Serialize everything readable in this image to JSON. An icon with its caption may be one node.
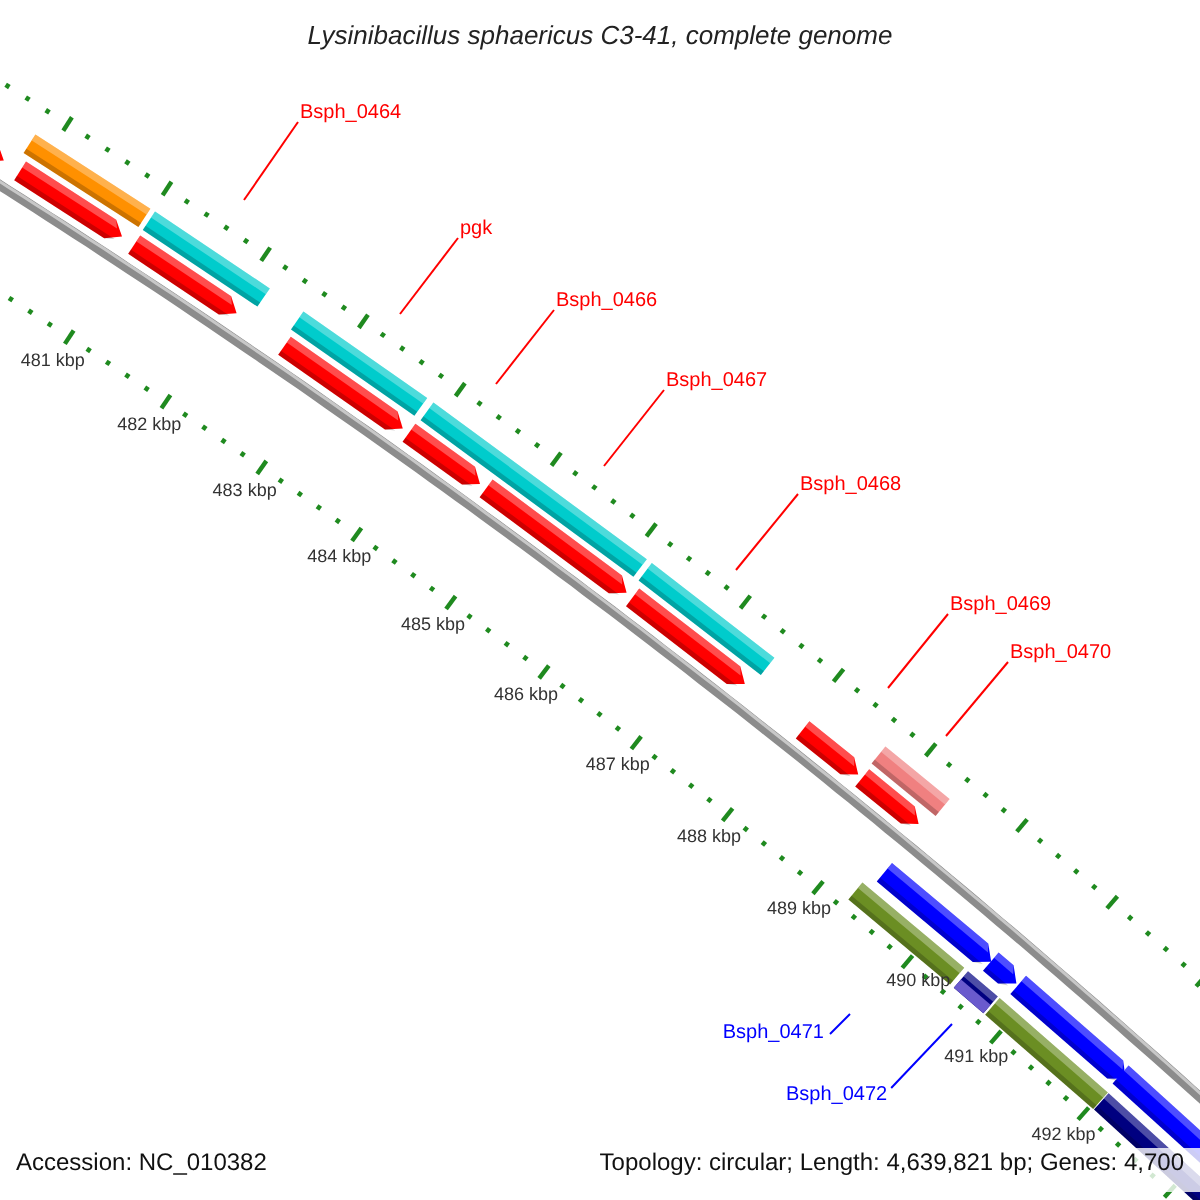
{
  "diagram": {
    "title": "Lysinibacillus sphaericus C3-41, complete genome",
    "nodes": [
      {
        "text": [
          "Bsph_0464"
        ]
      },
      {
        "text": [
          "pgk"
        ]
      },
      {
        "text": [
          "Bsph_0466"
        ]
      },
      {
        "text": [
          "Bsph_0467"
        ]
      },
      {
        "text": [
          "Bsph_0468"
        ]
      },
      {
        "text": [
          "Bsph_0469"
        ]
      },
      {
        "text": [
          "Bsph_0470"
        ]
      },
      {
        "text": [
          "Bsph_0471"
        ]
      },
      {
        "text": [
          "Bsph_0472"
        ]
      }
    ],
    "edges": [
      {
        "from": 0,
        "to": null,
        "arrow": "none"
      },
      {
        "from": 1,
        "to": null,
        "arrow": "none"
      },
      {
        "from": 2,
        "to": null,
        "arrow": "none"
      },
      {
        "from": 3,
        "to": null,
        "arrow": "none"
      },
      {
        "from": 4,
        "to": null,
        "arrow": "none"
      },
      {
        "from": 5,
        "to": null,
        "arrow": "none"
      },
      {
        "from": 6,
        "to": null,
        "arrow": "none"
      },
      {
        "from": 7,
        "to": null,
        "arrow": "none",
        "color": "#0000ff"
      },
      {
        "from": 8,
        "to": null,
        "arrow": "none",
        "color": "#0000ff"
      }
    ],
    "labels": [
      "481 kbp",
      "482 kbp",
      "483 kbp",
      "484 kbp",
      "485 kbp",
      "486 kbp",
      "487 kbp",
      "488 kbp",
      "489 kbp",
      "490 kbp",
      "491 kbp",
      "492 kbp",
      "Accession: NC_010382",
      "Topology: circular; Length: 4,639,821 bp; Genes: 4,700"
    ]
  }
}
